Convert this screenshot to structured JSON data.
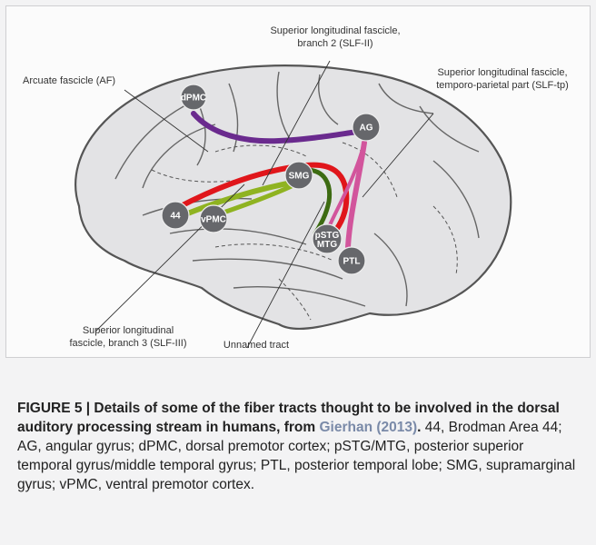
{
  "figure": {
    "labels": {
      "slf2_line1": "Superior longitudinal fascicle,",
      "slf2_line2": "branch 2 (SLF-II)",
      "af": "Arcuate fascicle (AF)",
      "slftp_line1": "Superior longitudinal fascicle,",
      "slftp_line2": "temporo-parietal part (SLF-tp)",
      "slf3_line1": "Superior longitudinal",
      "slf3_line2": "fascicle, branch 3 (SLF-III)",
      "unnamed": "Unnamed tract"
    },
    "nodes": {
      "dpmc": "dPMC",
      "ag": "AG",
      "smg": "SMG",
      "a44": "44",
      "vpmc": "vPMC",
      "pstg_line1": "pSTG",
      "pstg_line2": "MTG",
      "ptl": "PTL"
    },
    "colors": {
      "node_fill": "#66676b",
      "purple": "#6a2a8e",
      "red": "#e0161b",
      "green": "#8fb321",
      "darkgreen": "#3d6b12",
      "pink": "#d2559c",
      "brain_fill": "#e3e3e5",
      "brain_stroke": "#555555"
    }
  },
  "caption": {
    "bold_text": "FIGURE 5 | Details of some of the fiber tracts thought to be involved in the dorsal auditory processing stream in humans, from ",
    "ref_text": "Gierhan (2013)",
    "ref_end": ".",
    "body_text": " 44, Brodman Area 44; AG, angular gyrus; dPMC, dorsal premotor cortex; pSTG/MTG, posterior superior temporal gyrus/middle temporal gyrus; PTL, posterior temporal lobe; SMG, supramarginal gyrus; vPMC, ventral premotor cortex."
  }
}
